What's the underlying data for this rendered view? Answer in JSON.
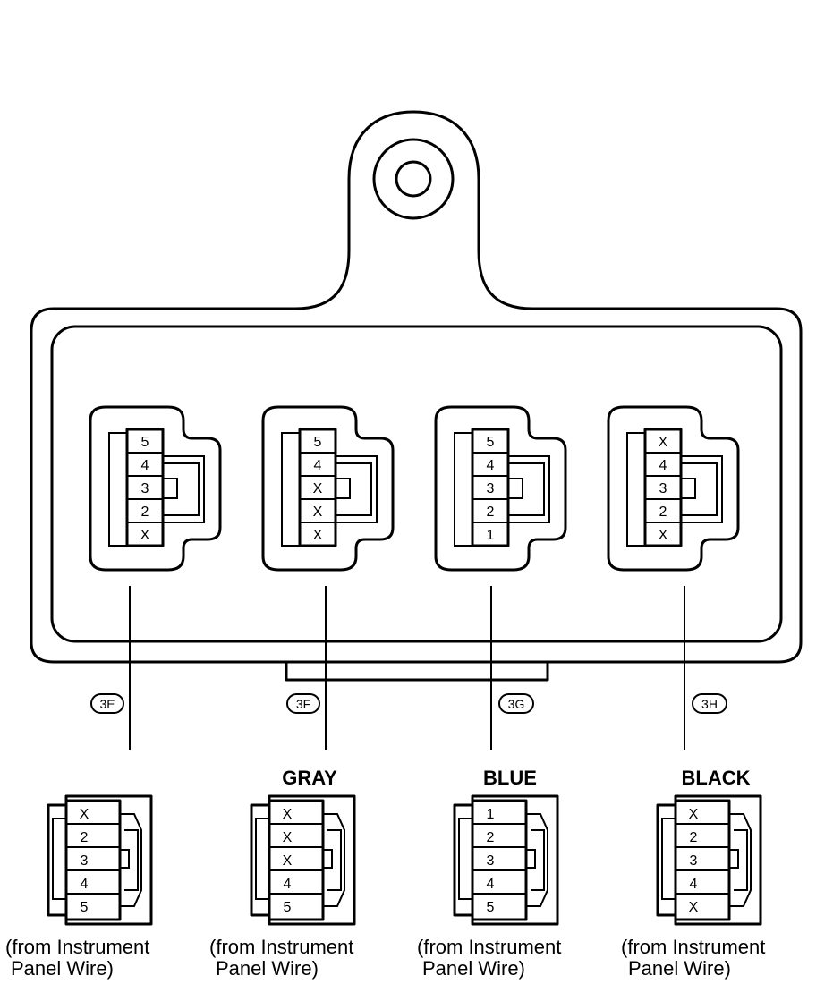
{
  "junction_block": {
    "connectors": [
      {
        "id": "3E",
        "pins": [
          "5",
          "4",
          "3",
          "2",
          "X"
        ]
      },
      {
        "id": "3F",
        "pins": [
          "5",
          "4",
          "X",
          "X",
          "X"
        ]
      },
      {
        "id": "3G",
        "pins": [
          "5",
          "4",
          "3",
          "2",
          "1"
        ]
      },
      {
        "id": "3H",
        "pins": [
          "X",
          "4",
          "3",
          "2",
          "X"
        ]
      }
    ]
  },
  "wire_connectors": [
    {
      "id": "3E",
      "color": "",
      "pins": [
        "X",
        "2",
        "3",
        "4",
        "5"
      ],
      "note_line1": "(from Instrument",
      "note_line2": "Panel Wire)"
    },
    {
      "id": "3F",
      "color": "GRAY",
      "pins": [
        "X",
        "X",
        "X",
        "4",
        "5"
      ],
      "note_line1": "(from Instrument",
      "note_line2": "Panel Wire)"
    },
    {
      "id": "3G",
      "color": "BLUE",
      "pins": [
        "1",
        "2",
        "3",
        "4",
        "5"
      ],
      "note_line1": "(from Instrument",
      "note_line2": "Panel Wire)"
    },
    {
      "id": "3H",
      "color": "BLACK",
      "pins": [
        "X",
        "2",
        "3",
        "4",
        "X"
      ],
      "note_line1": "(from Instrument",
      "note_line2": "Panel Wire)"
    }
  ]
}
